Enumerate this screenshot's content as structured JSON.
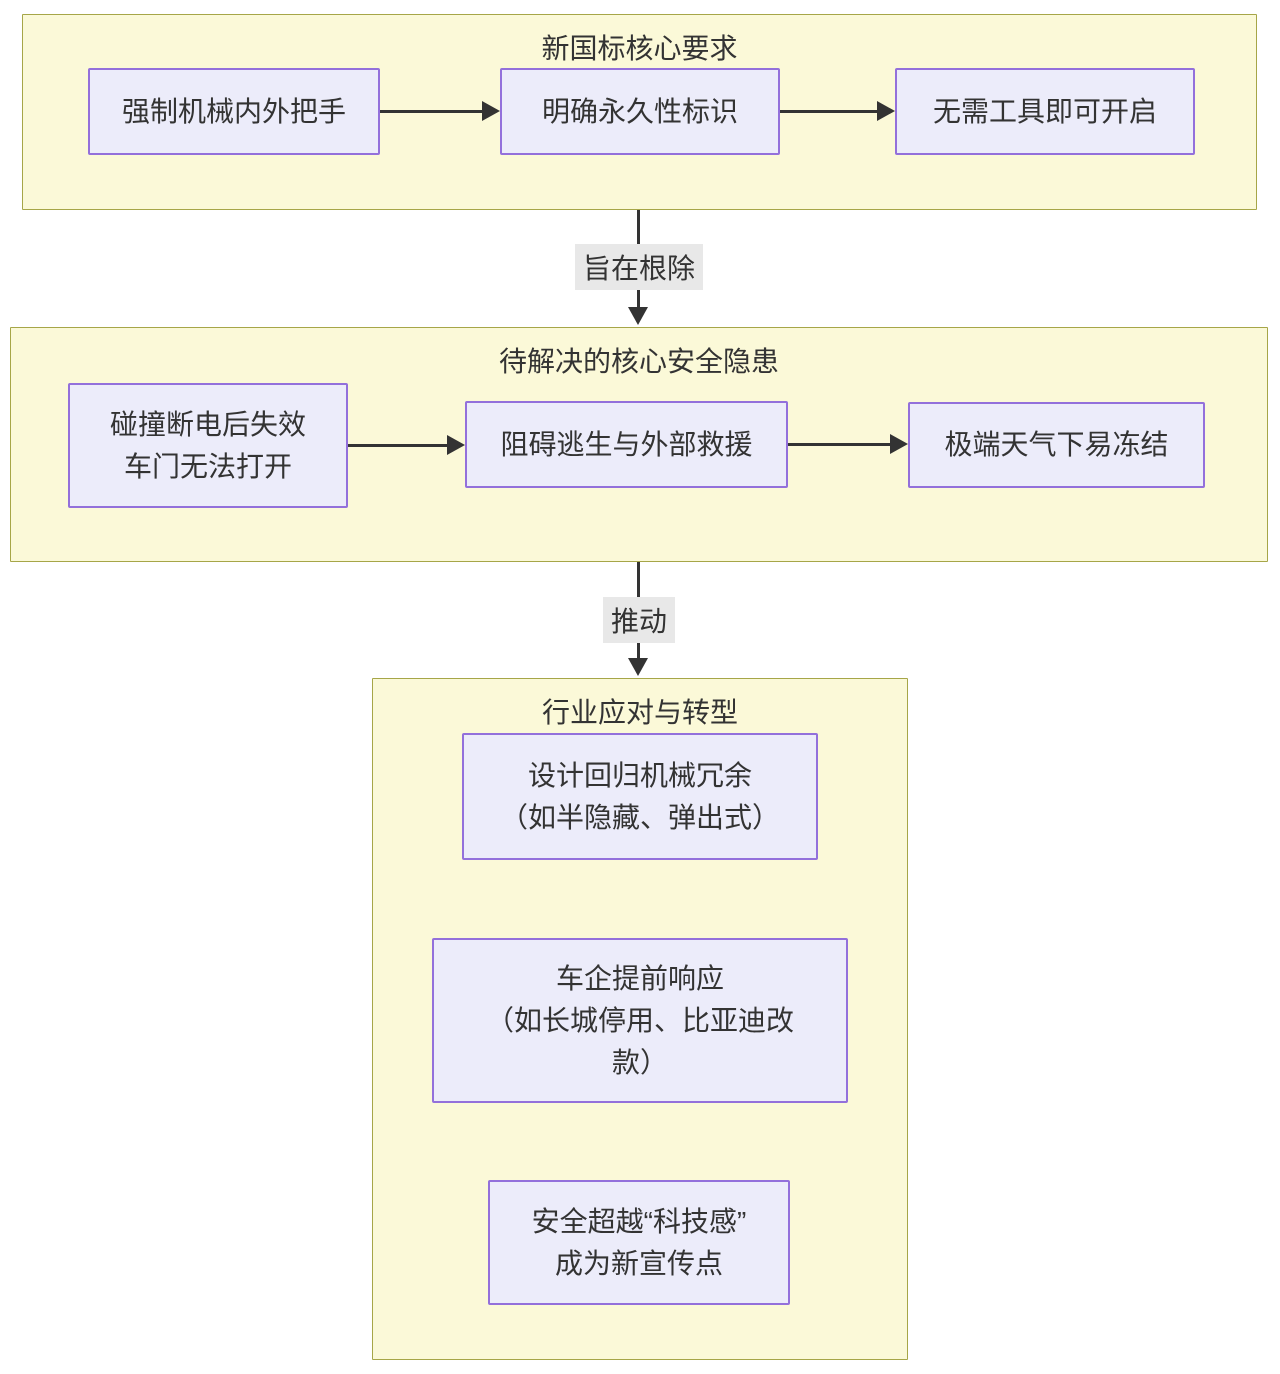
{
  "clusters": [
    {
      "title": "新国标核心要求",
      "nodes": [
        {
          "text": "强制机械内外把手"
        },
        {
          "text": "明确永久性标识"
        },
        {
          "text": "无需工具即可开启"
        }
      ]
    },
    {
      "title": "待解决的核心安全隐患",
      "nodes": [
        {
          "line1": "碰撞断电后失效",
          "line2": "车门无法打开"
        },
        {
          "text": "阻碍逃生与外部救援"
        },
        {
          "text": "极端天气下易冻结"
        }
      ]
    },
    {
      "title": "行业应对与转型",
      "nodes": [
        {
          "line1": "设计回归机械冗余",
          "line2": "（如半隐藏、弹出式）"
        },
        {
          "line1": "车企提前响应",
          "line2": "（如长城停用、比亚迪改",
          "line3": "款）"
        },
        {
          "line1": "安全超越“科技感”",
          "line2": "成为新宣传点"
        }
      ]
    }
  ],
  "connectors": [
    {
      "label": "旨在根除"
    },
    {
      "label": "推动"
    }
  ],
  "colors": {
    "cluster_fill": "#FBF9D8",
    "cluster_border": "#A6A648",
    "node_fill": "#ECECFA",
    "node_border": "#9370DB",
    "arrow": "#333333",
    "edge_label_bg": "#E8E8E8",
    "text": "#333333"
  }
}
